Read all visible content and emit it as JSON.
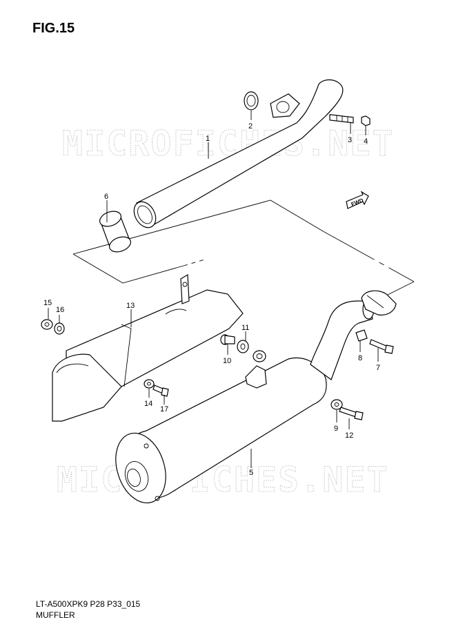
{
  "figure": {
    "title": "FIG.15"
  },
  "watermark": {
    "text": "MICROFICHES.NET"
  },
  "fwd_badge": {
    "text": "FWD"
  },
  "footer": {
    "code": "LT-A500XPK9 P28 P33_015",
    "name": "MUFFLER"
  },
  "callouts": {
    "c1": "1",
    "c2": "2",
    "c3": "3",
    "c4": "4",
    "c5": "5",
    "c6": "6",
    "c7": "7",
    "c8": "8",
    "c9": "9",
    "c10": "10",
    "c11": "11",
    "c12": "12",
    "c13": "13",
    "c14": "14",
    "c15": "15",
    "c16": "16",
    "c17": "17"
  }
}
